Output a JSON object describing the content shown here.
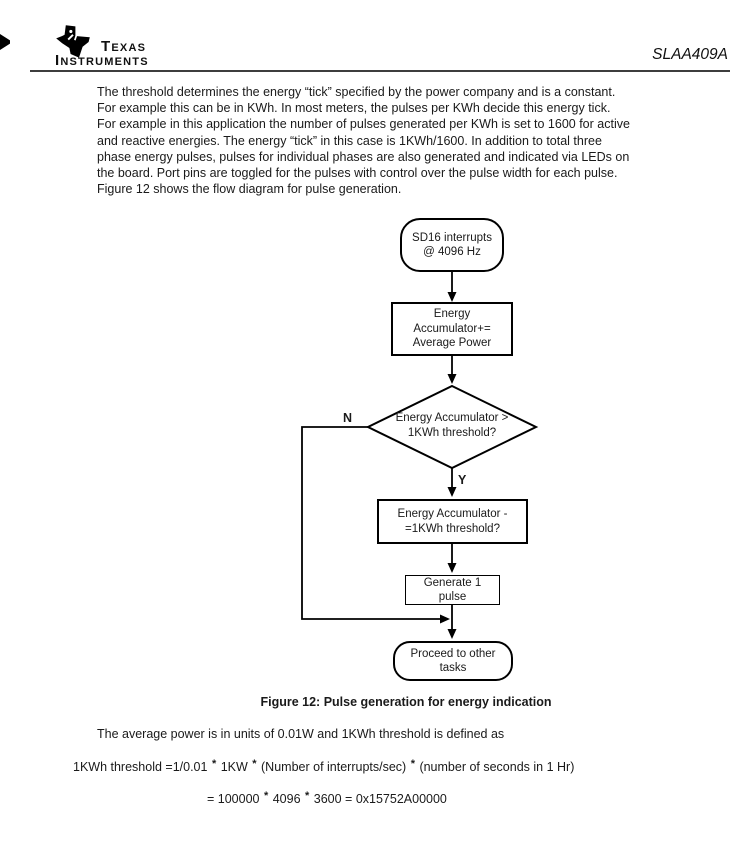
{
  "header": {
    "brand": {
      "t1": "T",
      "t2": "EXAS",
      "i1": "I",
      "i2": "NSTRUMENTS"
    },
    "doc_number": "SLAA409A"
  },
  "intro": {
    "lines": [
      "The threshold determines the energy “tick” specified by the power company and is a constant.",
      "For example this can be in KWh. In most meters, the pulses per KWh decide this energy tick.",
      "For example in this application the number of pulses generated per KWh is set to 1600 for active",
      "and reactive energies. The energy “tick” in this case is 1KWh/1600. In addition to total three",
      "phase energy pulses, pulses for individual phases are also generated and indicated via LEDs on",
      "the board. Port pins are toggled for the pulses with control over the pulse width for each pulse.",
      "Figure 12 shows the flow diagram for pulse generation."
    ]
  },
  "flowchart": {
    "start": {
      "line1": "SD16 interrupts",
      "line2": "@ 4096 Hz"
    },
    "accumulate": {
      "line1": "Energy",
      "line2": "Accumulator+=",
      "line3": "Average Power"
    },
    "decision": {
      "line1": "Energy Accumulator >",
      "line2": "1KWh threshold?"
    },
    "branch_no": "N",
    "branch_yes": "Y",
    "subtract": {
      "line1": "Energy Accumulator -",
      "line2": "=1KWh threshold?"
    },
    "generate": {
      "line1": "Generate 1",
      "line2": "pulse"
    },
    "proceed": {
      "line1": "Proceed to other",
      "line2": "tasks"
    }
  },
  "caption": "Figure 12: Pulse generation for energy indication",
  "body": {
    "avg_power_line": "The average power is in units of 0.01W and 1KWh threshold is defined as",
    "formula_line": [
      "1KWh threshold =1/0.01 ",
      "*",
      " 1KW ",
      "*",
      " (Number of interrupts/sec) ",
      "*",
      " (number of seconds in 1 Hr)"
    ],
    "result_line": [
      "= 100000 ",
      "*",
      " 4096 ",
      "*",
      " 3600 = 0x15752A00000"
    ]
  },
  "colors": {
    "text": "#1a1a1a",
    "line": "#000000",
    "rule": "#3d3d3d"
  }
}
